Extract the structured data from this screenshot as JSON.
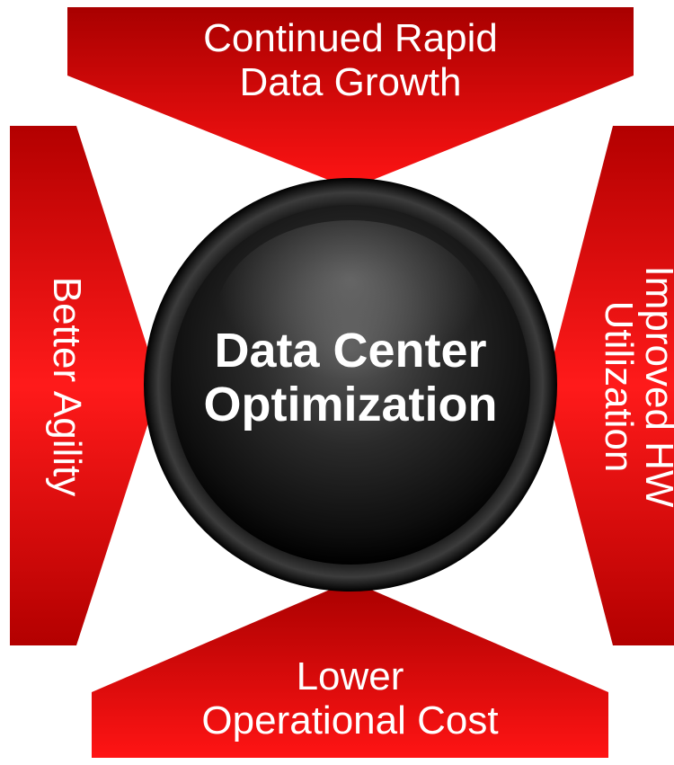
{
  "diagram": {
    "center": {
      "line1": "Data Center",
      "line2": "Optimization"
    },
    "top": {
      "line1": "Continued Rapid",
      "line2": "Data Growth"
    },
    "bottom": {
      "line1": "Lower",
      "line2": "Operational Cost"
    },
    "left": {
      "text": "Better Agility"
    },
    "right": {
      "line1": "Improved HW",
      "line2": "Utilization"
    }
  },
  "colors": {
    "red_light": "#ff1a1a",
    "red_dark": "#a40000",
    "orb_dark": "#0a0a0a",
    "orb_mid": "#4a4a4a"
  }
}
